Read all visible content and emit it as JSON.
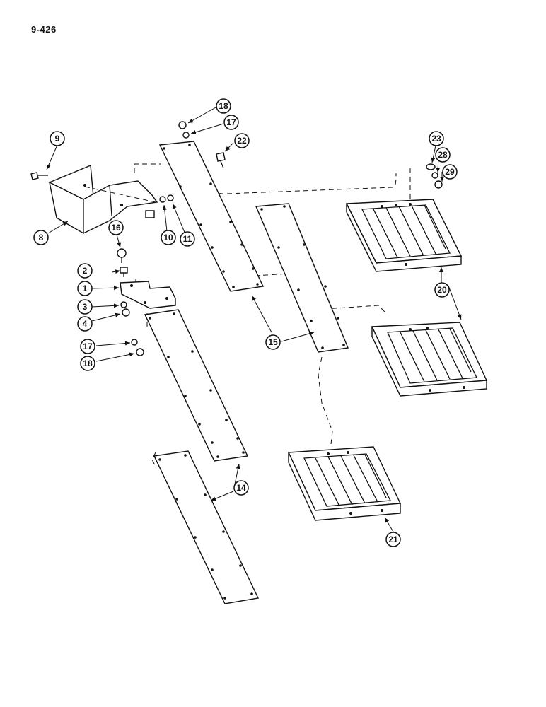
{
  "page_ref": "9-426",
  "callouts": {
    "c9": "9",
    "c8": "8",
    "c16": "16",
    "c10": "10",
    "c11": "11",
    "c2": "2",
    "c1": "1",
    "c3": "3",
    "c4": "4",
    "c17a": "17",
    "c18a": "18",
    "c18b": "18",
    "c17b": "17",
    "c22": "22",
    "c15": "15",
    "c14": "14",
    "c23": "23",
    "c28": "28",
    "c29": "29",
    "c20": "20",
    "c21": "21"
  }
}
